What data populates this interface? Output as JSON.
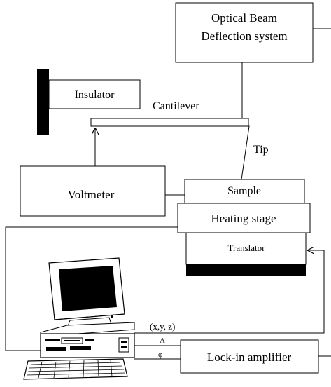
{
  "diagram": {
    "optical_system": {
      "line1": "Optical Beam",
      "line2": "Deflection system"
    },
    "insulator": "Insulator",
    "cantilever": "Cantilever",
    "tip": "Tip",
    "voltmeter": "Voltmeter",
    "sample": "Sample",
    "heating_stage": "Heating stage",
    "translator": "Translator",
    "lock_in_amplifier": "Lock-in amplifier",
    "position_signal": "(x,y, z)",
    "amplitude_signal": "A",
    "phase_signal": "φ"
  },
  "colors": {
    "line": "#000000",
    "screen": "#000000",
    "background": "#ffffff",
    "computer": "#ffffff",
    "translator_base": "#000000"
  },
  "icons": {
    "computer": "desktop-computer-icon"
  }
}
